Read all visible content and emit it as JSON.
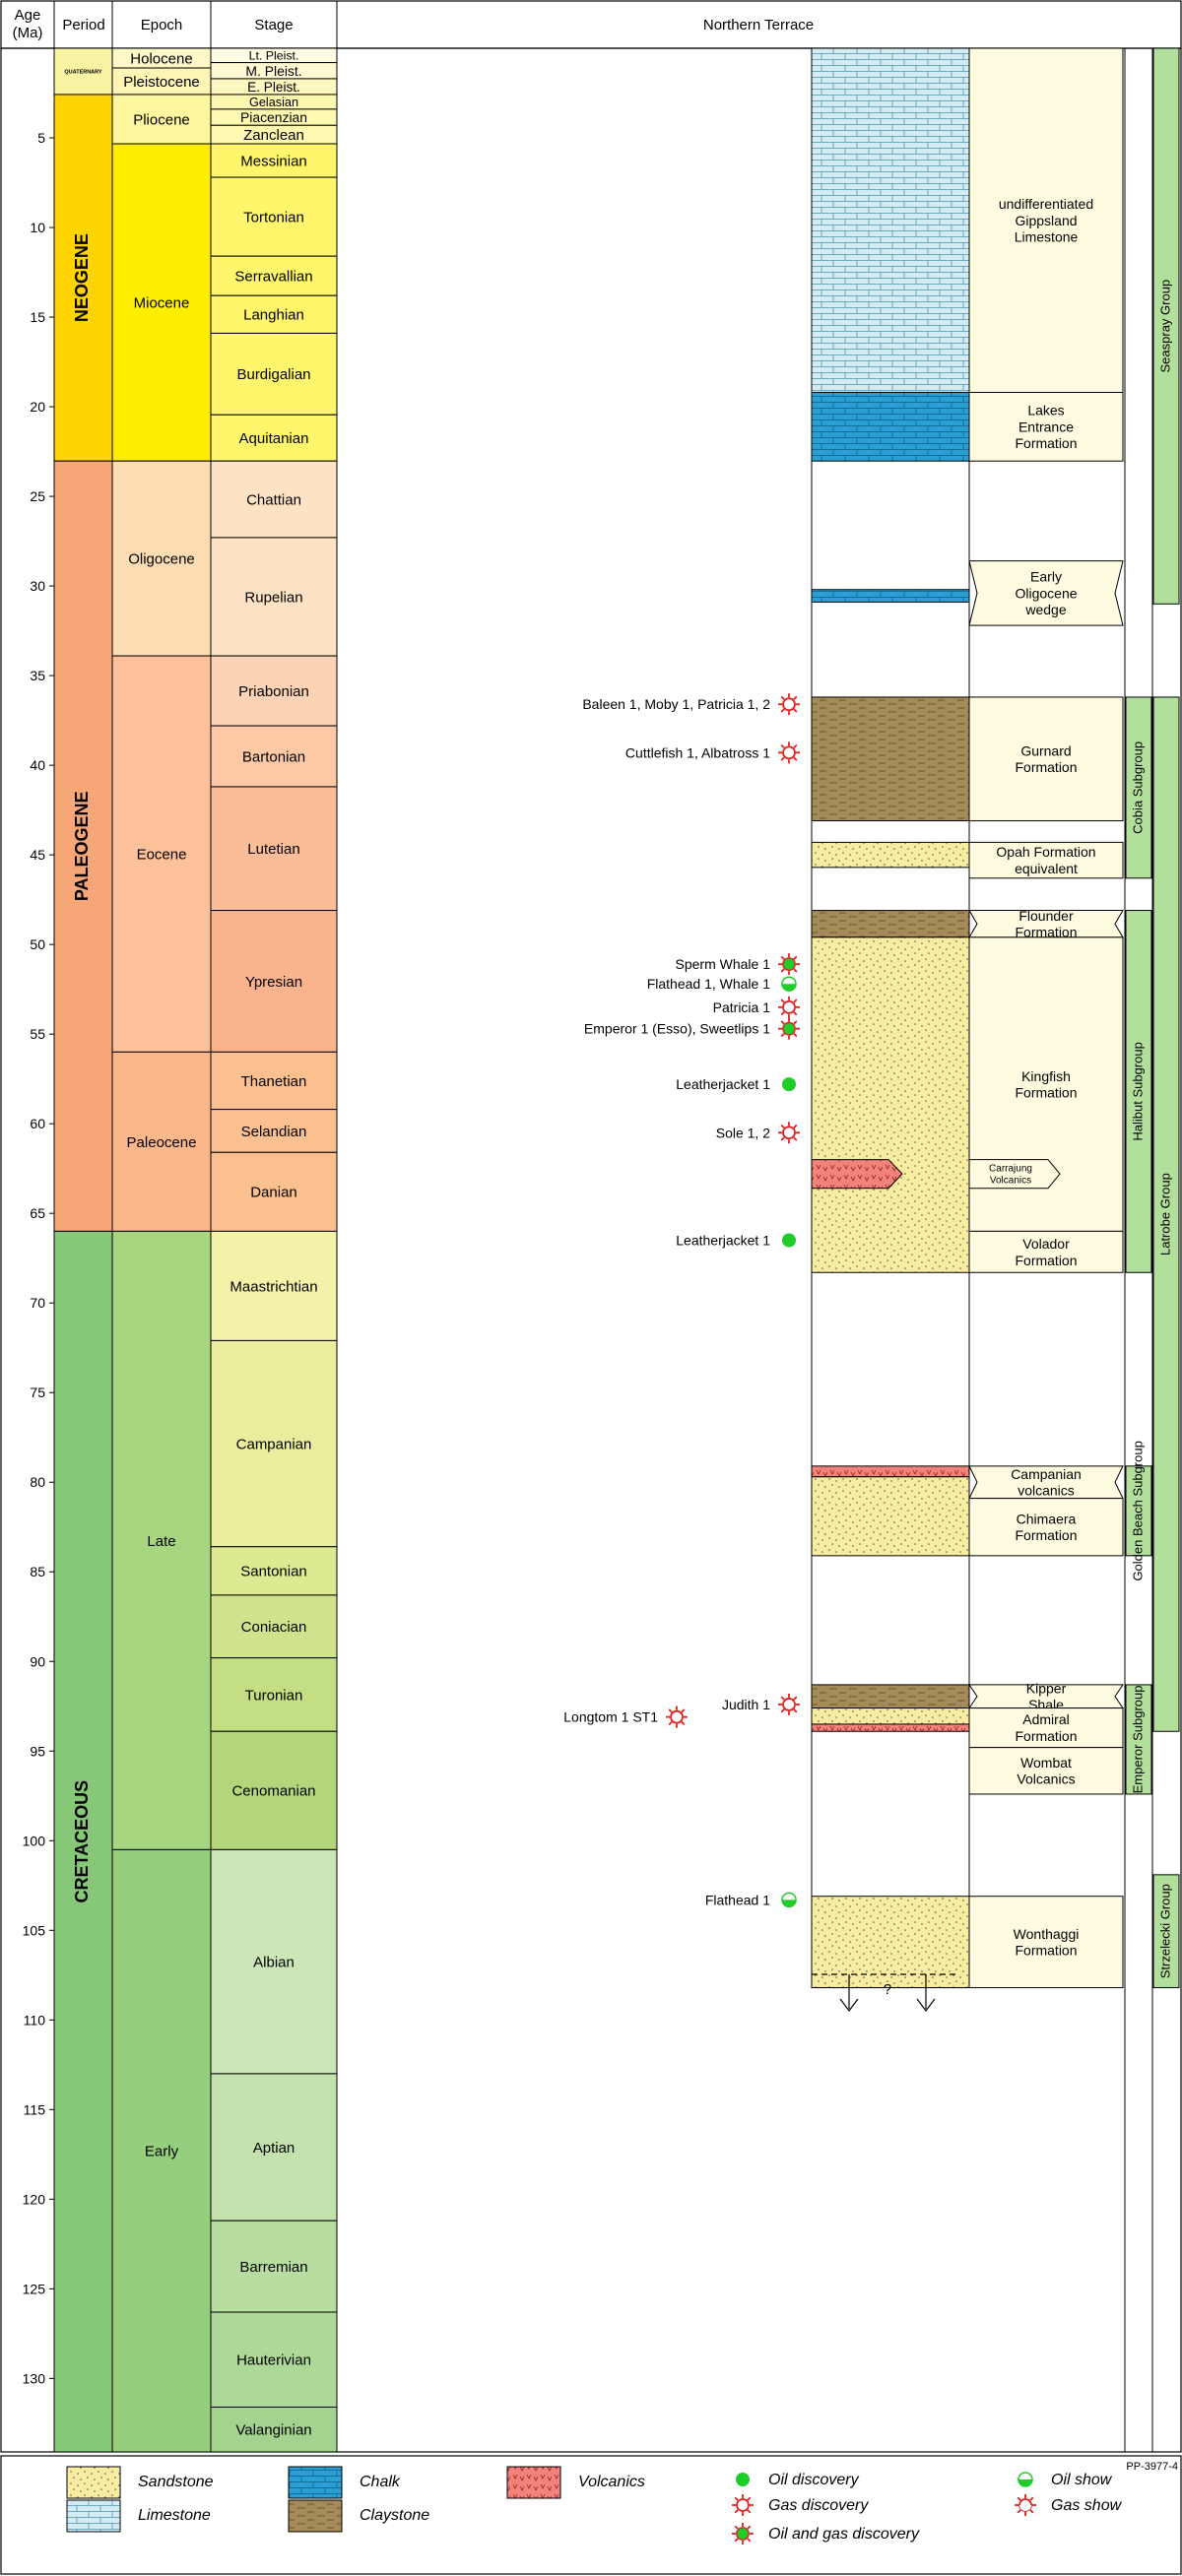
{
  "header": {
    "age_label_line1": "Age",
    "age_label_line2": "(Ma)",
    "period": "Period",
    "epoch": "Epoch",
    "stage": "Stage",
    "section_title": "Northern Terrace"
  },
  "age_axis": {
    "min": 0,
    "max": 134.1,
    "ticks": [
      5,
      10,
      15,
      20,
      25,
      30,
      35,
      40,
      45,
      50,
      55,
      60,
      65,
      70,
      75,
      80,
      85,
      90,
      95,
      100,
      105,
      110,
      115,
      120,
      125,
      130
    ]
  },
  "colors": {
    "quaternary": "#f9f3a4",
    "neogene": "#ffd400",
    "neogene_epoch": "#ffee00",
    "neogene_stage": "#fff66b",
    "paleogene": "#f6a677",
    "paleocene_stage": "#fbc396",
    "eocene_stage": "#fcc5a1",
    "oligocene_stage": "#fde0bf",
    "cretaceous": "#87c878",
    "late_cret": "#a8d580",
    "early_cret": "#9fd089",
    "formation_box": "#fffbe1",
    "group_box": "#b3df9c",
    "sandstone": "#f8eca0",
    "limestone": "#d4ecf1",
    "chalk": "#2a9fd4",
    "claystone": "#a58a5a",
    "volcanics": "#f3827a",
    "oil": "#1fcc2a",
    "gas": "#e0201e"
  },
  "periods": [
    {
      "label": "QUATERNARY",
      "top": 0,
      "bottom": 2.58,
      "color": "#f9f3a4",
      "small": true
    },
    {
      "label": "NEOGENE",
      "top": 2.58,
      "bottom": 23.03,
      "color": "#ffd400"
    },
    {
      "label": "PALEOGENE",
      "top": 23.03,
      "bottom": 66.0,
      "color": "#f6a677"
    },
    {
      "label": "CRETACEOUS",
      "top": 66.0,
      "bottom": 134.1,
      "color": "#87c878"
    }
  ],
  "epochs": [
    {
      "label": "Holocene",
      "top": 0,
      "bottom": 1.1,
      "color": "#fef8c8"
    },
    {
      "label": "Pleistocene",
      "top": 1.1,
      "bottom": 2.58,
      "color": "#fef5b4"
    },
    {
      "label": "Pliocene",
      "top": 2.58,
      "bottom": 5.33,
      "color": "#fff7a0"
    },
    {
      "label": "Miocene",
      "top": 5.33,
      "bottom": 23.03,
      "color": "#ffee00"
    },
    {
      "label": "Oligocene",
      "top": 23.03,
      "bottom": 33.9,
      "color": "#fddcb3"
    },
    {
      "label": "Eocene",
      "top": 33.9,
      "bottom": 56.0,
      "color": "#fcc09a"
    },
    {
      "label": "Paleocene",
      "top": 56.0,
      "bottom": 66.0,
      "color": "#fbb78a"
    },
    {
      "label": "Late",
      "top": 66.0,
      "bottom": 100.5,
      "color": "#a8d580"
    },
    {
      "label": "Early",
      "top": 100.5,
      "bottom": 134.1,
      "color": "#95ce7d"
    }
  ],
  "stages": [
    {
      "label": "Lt. Pleist.",
      "top": 0,
      "bottom": 0.8,
      "color": "#fffbe5"
    },
    {
      "label": "M. Pleist.",
      "top": 0.8,
      "bottom": 1.7,
      "color": "#fff8d2"
    },
    {
      "label": "E. Pleist.",
      "top": 1.7,
      "bottom": 2.58,
      "color": "#fff6c0"
    },
    {
      "label": "Gelasian",
      "top": 2.58,
      "bottom": 3.4,
      "color": "#fff8b0"
    },
    {
      "label": "Piacenzian",
      "top": 3.4,
      "bottom": 4.3,
      "color": "#fff8b0"
    },
    {
      "label": "Zanclean",
      "top": 4.3,
      "bottom": 5.33,
      "color": "#fff8b0"
    },
    {
      "label": "Messinian",
      "top": 5.33,
      "bottom": 7.2,
      "color": "#fff66b"
    },
    {
      "label": "Tortonian",
      "top": 7.2,
      "bottom": 11.6,
      "color": "#fff66b"
    },
    {
      "label": "Serravallian",
      "top": 11.6,
      "bottom": 13.8,
      "color": "#fff66b"
    },
    {
      "label": "Langhian",
      "top": 13.8,
      "bottom": 15.9,
      "color": "#fff66b"
    },
    {
      "label": "Burdigalian",
      "top": 15.9,
      "bottom": 20.45,
      "color": "#fff66b"
    },
    {
      "label": "Aquitanian",
      "top": 20.45,
      "bottom": 23.03,
      "color": "#fff66b"
    },
    {
      "label": "Chattian",
      "top": 23.03,
      "bottom": 27.3,
      "color": "#fde3c3"
    },
    {
      "label": "Rupelian",
      "top": 27.3,
      "bottom": 33.9,
      "color": "#fde3c3"
    },
    {
      "label": "Priabonian",
      "top": 33.9,
      "bottom": 37.8,
      "color": "#fcd3b4"
    },
    {
      "label": "Bartonian",
      "top": 37.8,
      "bottom": 41.2,
      "color": "#fcc8a6"
    },
    {
      "label": "Lutetian",
      "top": 41.2,
      "bottom": 48.1,
      "color": "#fbbc98"
    },
    {
      "label": "Ypresian",
      "top": 48.1,
      "bottom": 56.0,
      "color": "#fab38c"
    },
    {
      "label": "Thanetian",
      "top": 56.0,
      "bottom": 59.2,
      "color": "#fbc08f"
    },
    {
      "label": "Selandian",
      "top": 59.2,
      "bottom": 61.6,
      "color": "#fbc08f"
    },
    {
      "label": "Danian",
      "top": 61.6,
      "bottom": 66.0,
      "color": "#fbc08f"
    },
    {
      "label": "Maastrichtian",
      "top": 66.0,
      "bottom": 72.1,
      "color": "#f4f2a8"
    },
    {
      "label": "Campanian",
      "top": 72.1,
      "bottom": 83.6,
      "color": "#e9ed9c"
    },
    {
      "label": "Santonian",
      "top": 83.6,
      "bottom": 86.3,
      "color": "#ddea92"
    },
    {
      "label": "Coniacian",
      "top": 86.3,
      "bottom": 89.8,
      "color": "#d0e38c"
    },
    {
      "label": "Turonian",
      "top": 89.8,
      "bottom": 93.9,
      "color": "#c3de83"
    },
    {
      "label": "Cenomanian",
      "top": 93.9,
      "bottom": 100.5,
      "color": "#b3d67b"
    },
    {
      "label": "Albian",
      "top": 100.5,
      "bottom": 113.0,
      "color": "#cde6b8"
    },
    {
      "label": "Aptian",
      "top": 113.0,
      "bottom": 121.2,
      "color": "#c3e1ac"
    },
    {
      "label": "Barremian",
      "top": 121.2,
      "bottom": 126.3,
      "color": "#b8dda0"
    },
    {
      "label": "Hauterivian",
      "top": 126.3,
      "bottom": 131.6,
      "color": "#add897"
    },
    {
      "label": "Valanginian",
      "top": 131.6,
      "bottom": 134.1,
      "color": "#a3d38e"
    }
  ],
  "lithology": [
    {
      "type": "limestone",
      "top": 0,
      "bottom": 19.2
    },
    {
      "type": "chalk",
      "top": 19.2,
      "bottom": 23.03
    },
    {
      "type": "chalk",
      "top": 30.2,
      "bottom": 30.9
    },
    {
      "type": "claystone",
      "top": 36.2,
      "bottom": 43.1
    },
    {
      "type": "sandstone",
      "top": 44.3,
      "bottom": 45.7
    },
    {
      "type": "claystone",
      "top": 48.1,
      "bottom": 49.6
    },
    {
      "type": "sandstone",
      "top": 49.6,
      "bottom": 68.3
    },
    {
      "type": "volcanics",
      "top": 62.0,
      "bottom": 63.6,
      "arrow": true
    },
    {
      "type": "volcanics",
      "top": 79.1,
      "bottom": 79.7
    },
    {
      "type": "sandstone",
      "top": 79.7,
      "bottom": 84.1
    },
    {
      "type": "claystone",
      "top": 91.3,
      "bottom": 92.6
    },
    {
      "type": "sandstone",
      "top": 92.6,
      "bottom": 93.5
    },
    {
      "type": "volcanics",
      "top": 93.5,
      "bottom": 93.9
    },
    {
      "type": "sandstone",
      "top": 103.1,
      "bottom": 108.2
    }
  ],
  "formations": [
    {
      "lines": [
        "undifferentiated",
        "Gippsland",
        "Limestone"
      ],
      "top": 0,
      "bottom": 19.2,
      "shape": "rect"
    },
    {
      "lines": [
        "Lakes",
        "Entrance",
        "Formation"
      ],
      "top": 19.2,
      "bottom": 23.03,
      "shape": "rect"
    },
    {
      "lines": [
        "Early",
        "Oligocene",
        "wedge"
      ],
      "top": 28.6,
      "bottom": 32.2,
      "shape": "notch"
    },
    {
      "lines": [
        "Gurnard",
        "Formation"
      ],
      "top": 36.2,
      "bottom": 43.1,
      "shape": "rect"
    },
    {
      "lines": [
        "Opah Formation",
        "equivalent"
      ],
      "top": 44.3,
      "bottom": 46.3,
      "shape": "rect"
    },
    {
      "lines": [
        "Flounder",
        "Formation"
      ],
      "top": 48.1,
      "bottom": 49.6,
      "shape": "notch"
    },
    {
      "lines": [
        "Kingfish",
        "Formation"
      ],
      "top": 49.6,
      "bottom": 66.0,
      "shape": "rect"
    },
    {
      "lines": [
        "Carrajung",
        "Volcanics"
      ],
      "top": 62.0,
      "bottom": 63.6,
      "shape": "tag"
    },
    {
      "lines": [
        "Volador",
        "Formation"
      ],
      "top": 66.0,
      "bottom": 68.3,
      "shape": "rect"
    },
    {
      "lines": [
        "Campanian",
        "volcanics"
      ],
      "top": 79.1,
      "bottom": 80.9,
      "shape": "notch"
    },
    {
      "lines": [
        "Chimaera",
        "Formation"
      ],
      "top": 80.9,
      "bottom": 84.1,
      "shape": "rect"
    },
    {
      "lines": [
        "Kipper",
        "Shale"
      ],
      "top": 91.3,
      "bottom": 92.6,
      "shape": "notch"
    },
    {
      "lines": [
        "Admiral",
        "Formation"
      ],
      "top": 92.6,
      "bottom": 94.8,
      "shape": "rect"
    },
    {
      "lines": [
        "Wombat",
        "Volcanics"
      ],
      "top": 94.8,
      "bottom": 97.4,
      "shape": "rect"
    },
    {
      "lines": [
        "Wonthaggi",
        "Formation"
      ],
      "top": 103.1,
      "bottom": 108.2,
      "shape": "rect"
    }
  ],
  "groups": [
    {
      "label": "Seaspray Group",
      "col": 2,
      "top": 0,
      "bottom": 31.0
    },
    {
      "label": "Latrobe Group",
      "col": 2,
      "top": 36.2,
      "bottom": 93.9
    },
    {
      "label": "Cobia Subgroup",
      "col": 1,
      "top": 36.2,
      "bottom": 46.3
    },
    {
      "label": "Halibut Subgroup",
      "col": 1,
      "top": 48.1,
      "bottom": 68.3
    },
    {
      "label": "Golden Beach Subgroup",
      "col": 1,
      "top": 79.1,
      "bottom": 84.1
    },
    {
      "label": "Emperor Subgroup",
      "col": 1,
      "top": 91.3,
      "bottom": 97.4
    },
    {
      "label": "Strzelecki Group",
      "col": 2,
      "top": 101.9,
      "bottom": 108.2
    }
  ],
  "wells": [
    {
      "label": "Baleen 1, Moby 1, Patricia 1, 2",
      "age": 36.6,
      "marker": "gas-discovery"
    },
    {
      "label": "Cuttlefish 1, Albatross 1",
      "age": 39.3,
      "marker": "gas-discovery"
    },
    {
      "label": "Sperm Whale 1",
      "age": 51.1,
      "marker": "oil-gas-discovery"
    },
    {
      "label": "Flathead 1, Whale 1",
      "age": 52.2,
      "marker": "oil-show"
    },
    {
      "label": "Patricia 1",
      "age": 53.5,
      "marker": "gas-discovery"
    },
    {
      "label": "Emperor 1 (Esso), Sweetlips 1",
      "age": 54.7,
      "marker": "oil-gas-discovery"
    },
    {
      "label": "Leatherjacket 1",
      "age": 57.8,
      "marker": "oil-discovery"
    },
    {
      "label": "Sole 1, 2",
      "age": 60.5,
      "marker": "gas-discovery"
    },
    {
      "label": "Leatherjacket 1",
      "age": 66.5,
      "marker": "oil-discovery"
    },
    {
      "label": "Judith 1",
      "age": 92.4,
      "marker": "gas-discovery"
    },
    {
      "label": "Longtom 1 ST1",
      "age": 93.1,
      "marker": "gas-discovery",
      "offset": true
    },
    {
      "label": "Flathead 1",
      "age": 103.3,
      "marker": "oil-show"
    }
  ],
  "uncertain_mark": "?",
  "legend": [
    {
      "label": "Sandstone",
      "swatch": "sandstone"
    },
    {
      "label": "Limestone",
      "swatch": "limestone"
    },
    {
      "label": "Chalk",
      "swatch": "chalk"
    },
    {
      "label": "Claystone",
      "swatch": "claystone"
    },
    {
      "label": "Volcanics",
      "swatch": "volcanics"
    },
    {
      "label": "Oil discovery",
      "swatch": "oil-discovery"
    },
    {
      "label": "Gas discovery",
      "swatch": "gas-discovery"
    },
    {
      "label": "Oil and gas discovery",
      "swatch": "oil-gas-discovery"
    },
    {
      "label": "Oil show",
      "swatch": "oil-show"
    },
    {
      "label": "Gas show",
      "swatch": "gas-show"
    }
  ],
  "figure_code": "PP-3977-4"
}
